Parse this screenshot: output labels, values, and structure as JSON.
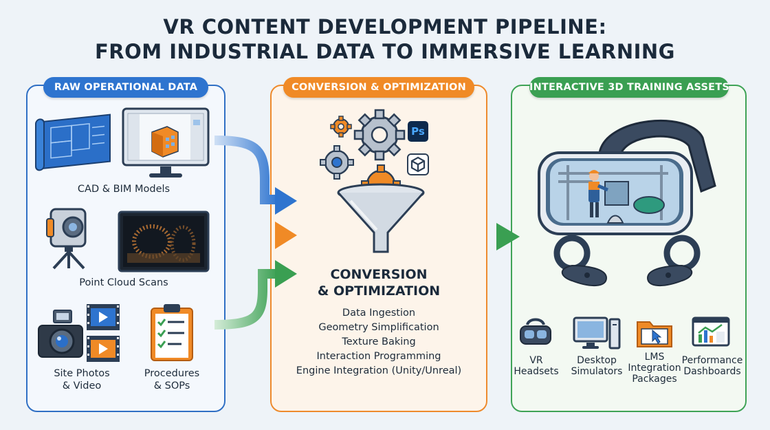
{
  "title": {
    "line1": "VR CONTENT DEVELOPMENT PIPELINE:",
    "line2": "FROM INDUSTRIAL DATA TO IMMERSIVE LEARNING"
  },
  "left_panel": {
    "label": "RAW OPERATIONAL DATA",
    "items": [
      {
        "label": "CAD & BIM Models",
        "icon": "cad-bim-icon"
      },
      {
        "label": "Point Cloud Scans",
        "icon": "lidar-scanner-icon"
      },
      {
        "label_l1": "Site Photos",
        "label_l2": "& Video",
        "icon": "camera-video-icon"
      },
      {
        "label_l1": "Procedures",
        "label_l2": "& SOPs",
        "icon": "checklist-clipboard-icon"
      }
    ]
  },
  "middle_panel": {
    "label": "CONVERSION & OPTIMIZATION",
    "heading_l1": "CONVERSION",
    "heading_l2": "& OPTIMIZATION",
    "steps": [
      "Data Ingestion",
      "Geometry Simplification",
      "Texture Baking",
      "Interaction Programming",
      "Engine Integration (Unity/Unreal)"
    ],
    "badges": [
      "Ps"
    ]
  },
  "right_panel": {
    "label": "INTERACTIVE 3D TRAINING ASSETS",
    "outputs": [
      {
        "l1": "VR",
        "l2": "Headsets",
        "icon": "vr-headset-icon"
      },
      {
        "l1": "Desktop",
        "l2": "Simulators",
        "icon": "desktop-computer-icon"
      },
      {
        "l1": "LMS",
        "l2": "Integration",
        "l3": "Packages",
        "icon": "folder-cursor-icon"
      },
      {
        "l1": "Performance",
        "l2": "Dashboards",
        "icon": "dashboard-chart-icon"
      }
    ]
  },
  "colors": {
    "blue": "#2e74cf",
    "orange": "#f08a26",
    "green": "#3a9f52",
    "navy": "#2c3e55"
  }
}
